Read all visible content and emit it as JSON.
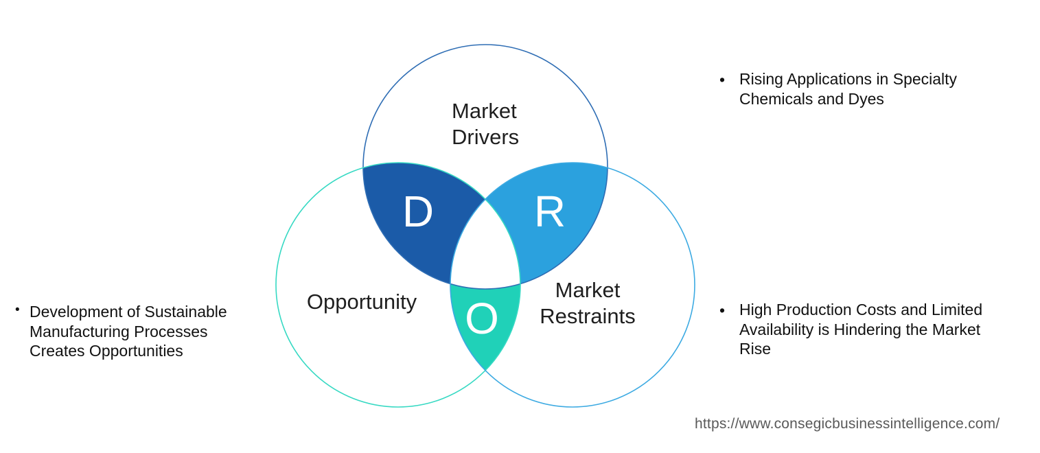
{
  "venn": {
    "circle_labels": {
      "drivers": {
        "lines": [
          "Market",
          "Drivers"
        ]
      },
      "opportunity": {
        "lines": [
          "Opportunity"
        ]
      },
      "restraints": {
        "lines": [
          "Market",
          "Restraints"
        ]
      }
    },
    "letters": {
      "drivers_opportunity": "D",
      "drivers_restraints": "R",
      "opportunity_restraints": "O"
    },
    "colors": {
      "drivers_stroke": "#2e6db4",
      "opportunity_stroke": "#36d9c3",
      "restraints_stroke": "#3caae2",
      "d_fill": "#1b5ba8",
      "r_fill": "#2ba1de",
      "o_fill": "#20d1b8",
      "center_fill": "#ffffff",
      "letter_color": "#ffffff"
    }
  },
  "annotations": {
    "left": {
      "bullet": "•",
      "lines": [
        "Development of Sustainable",
        "Manufacturing Processes",
        "Creates Opportunities"
      ]
    },
    "right_top": {
      "bullet": "•",
      "lines": [
        "Rising Applications in Specialty",
        "Chemicals and Dyes"
      ]
    },
    "right_bottom": {
      "bullet": "•",
      "lines": [
        "High Production Costs and Limited",
        "Availability is Hindering the Market",
        "Rise"
      ]
    }
  },
  "footer": {
    "url": "https://www.consegicbusinessintelligence.com/"
  }
}
